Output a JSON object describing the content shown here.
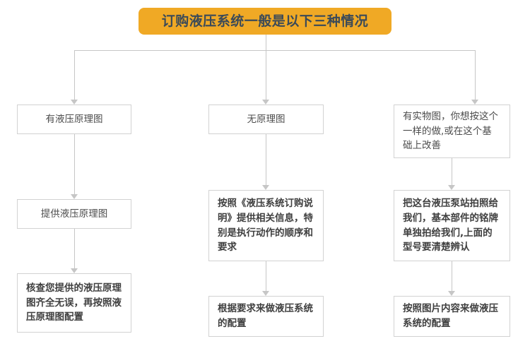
{
  "diagram": {
    "title": "订购液压系统一般是以下三种情况",
    "accent_color": "#f0a925",
    "title_text_color": "#3b4a58",
    "box_border_color": "#d2d2d2",
    "connector_color": "#c6c6c6",
    "branches": [
      {
        "id": "branch-1",
        "steps": [
          {
            "label": "有液压原理图"
          },
          {
            "label": "提供液压原理图"
          },
          {
            "label": "核查您提供的液压原理图齐全无误，再按照液压原理图配置"
          }
        ]
      },
      {
        "id": "branch-2",
        "steps": [
          {
            "label": "无原理图"
          },
          {
            "label": "按照《液压系统订购说明》提供相关信息，特别是执行动作的顺序和要求"
          },
          {
            "label": "根据要求来做液压系统的配置"
          }
        ]
      },
      {
        "id": "branch-3",
        "steps": [
          {
            "label": "有实物图，你想按这个一样的做,或在这个基础上改善"
          },
          {
            "label": "把这台液压泵站拍照给我们，基本部件的铭牌单独拍给我们,上面的型号要清楚辨认"
          },
          {
            "label": "按照图片内容来做液压系统的配置"
          }
        ]
      }
    ]
  }
}
